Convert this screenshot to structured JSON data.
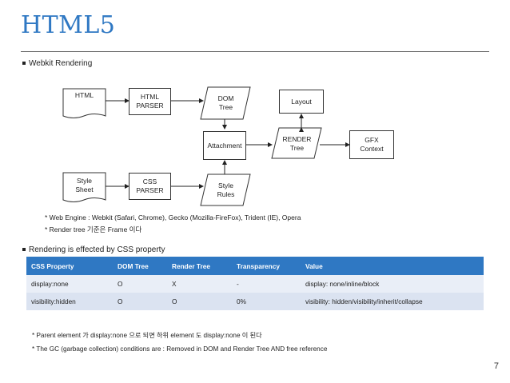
{
  "title": "HTML5",
  "section1": "Webkit Rendering",
  "nodes": {
    "html": "HTML",
    "html_parser": "HTML\nPARSER",
    "dom_tree": "DOM\nTree",
    "layout": "Layout",
    "attachment": "Attachment",
    "render_tree": "RENDER\nTree",
    "gfx": "GFX\nContext",
    "style_sheet": "Style\nSheet",
    "css_parser": "CSS\nPARSER",
    "style_rules": "Style\nRules"
  },
  "notes": [
    "* Web Engine : Webkit (Safari, Chrome), Gecko (Mozilla-FireFox), Trident (IE), Opera",
    "*   Render tree 기준은 Frame 이다"
  ],
  "section2": "Rendering is effected by CSS property",
  "table": {
    "headers": [
      "CSS Property",
      "DOM Tree",
      "Render Tree",
      "Transparency",
      "Value"
    ],
    "rows": [
      [
        "display:none",
        "O",
        "X",
        "-",
        "display: none/inline/block"
      ],
      [
        "visibility:hidden",
        "O",
        "O",
        "0%",
        "visibility: hidden/visibility/inherit/collapse"
      ]
    ]
  },
  "footnotes": [
    "* Parent element 가 display:none 으로 되면 하위 element 도 display:none 이 된다",
    "* The GC (garbage collection)  conditions are : Removed in DOM and Render Tree AND free reference"
  ],
  "page_number": "7"
}
